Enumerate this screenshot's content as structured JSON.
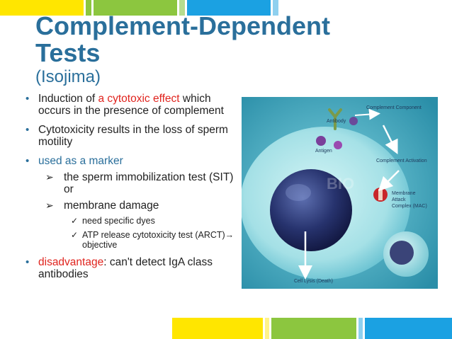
{
  "slide": {
    "title_line1": "Complement-Dependent",
    "title_line2": "Tests",
    "subtitle": "(Isojima)",
    "bullets": {
      "b1_pre": "Induction of ",
      "b1_red": "a cytotoxic effect",
      "b1_post": " which occurs in the presence of complement",
      "b2": "Cytotoxicity results in the loss of sperm motility",
      "b3": "used as a marker",
      "sub1": "the sperm immobilization test (SIT) or",
      "sub2": "membrane damage",
      "subsub1": "need specific dyes",
      "subsub2": "ATP release cytotoxicity test (ARCT)→ objective",
      "b4_red": "disadvantage",
      "b4_post": ": can't detect IgA class antibodies"
    }
  },
  "figure": {
    "labels": {
      "complement_component": "Complement Component",
      "antibody": "Antibody",
      "antigen": "Antigen",
      "complement_activation": "Complement Activation",
      "membrane": "Membrane",
      "attack": "Attack",
      "complex": "Complex (MAC)",
      "cell_lysis": "Cell Lysis (Death)"
    },
    "watermark": "BIO"
  },
  "colors": {
    "title": "#2a6f9b",
    "accent_red": "#e0241e",
    "bar_yellow": "#ffe600",
    "bar_green": "#8cc63f",
    "bar_blue": "#1ba1e2"
  }
}
